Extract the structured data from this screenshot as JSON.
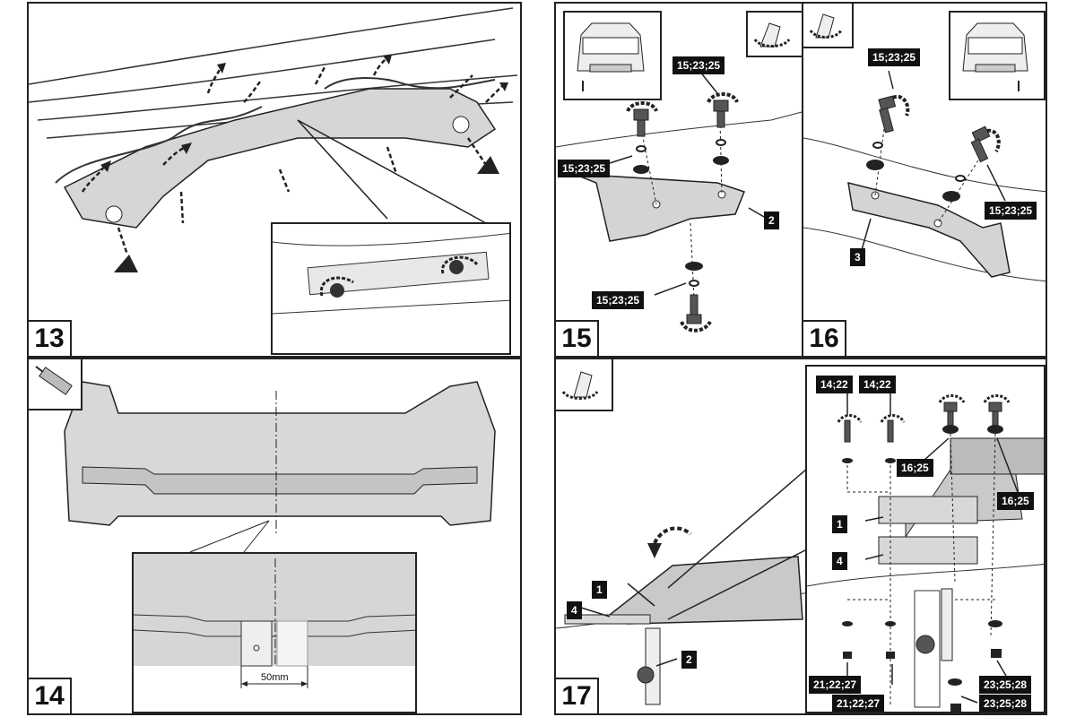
{
  "steps": {
    "s13": "13",
    "s14": "14",
    "s15": "15",
    "s16": "16",
    "s17": "17"
  },
  "step15": {
    "torque_a": "15;23;25",
    "torque_b": "15;23;25",
    "torque_c": "15;23;25",
    "part": "2"
  },
  "step16": {
    "torque_a": "15;23;25",
    "torque_b": "15;23;25",
    "part": "3"
  },
  "step14": {
    "dimension": "50mm"
  },
  "step17": {
    "torque_a": "14;22",
    "torque_b": "14;22",
    "torque_c": "16;25",
    "torque_d": "16;25",
    "part1_inset": "1",
    "part4_inset": "4",
    "part1_main": "1",
    "part4_main": "4",
    "part2_main": "2",
    "nut_a": "21;22;27",
    "nut_b": "21;22;27",
    "nut_c": "23;25;28",
    "nut_d": "23;25;28"
  }
}
